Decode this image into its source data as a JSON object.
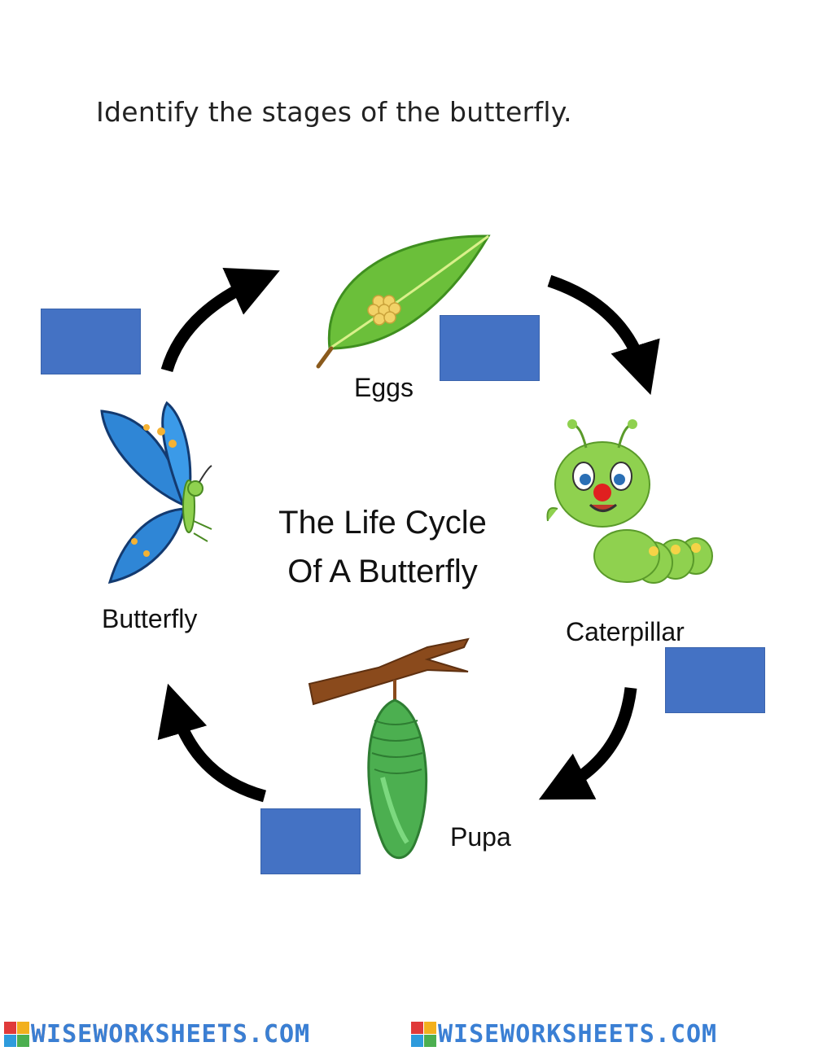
{
  "instruction": "Identify the stages of the butterfly.",
  "center_title": {
    "line1": "The Life Cycle",
    "line2": "Of A Butterfly"
  },
  "stages": {
    "eggs": "Eggs",
    "caterpillar": "Caterpillar",
    "pupa": "Pupa",
    "butterfly": "Butterfly"
  },
  "footer": {
    "logo_text": "WISEWORKSHEETS.COM",
    "logo_text_2": "WISEWORKSHEETS.COM"
  },
  "colors": {
    "answer_box": "#4472c4",
    "arrow": "#000000",
    "leaf": "#6bbf3a",
    "caterpillar": "#8fd14f",
    "pupa": "#4caf50",
    "butterfly": "#2f86d6"
  }
}
